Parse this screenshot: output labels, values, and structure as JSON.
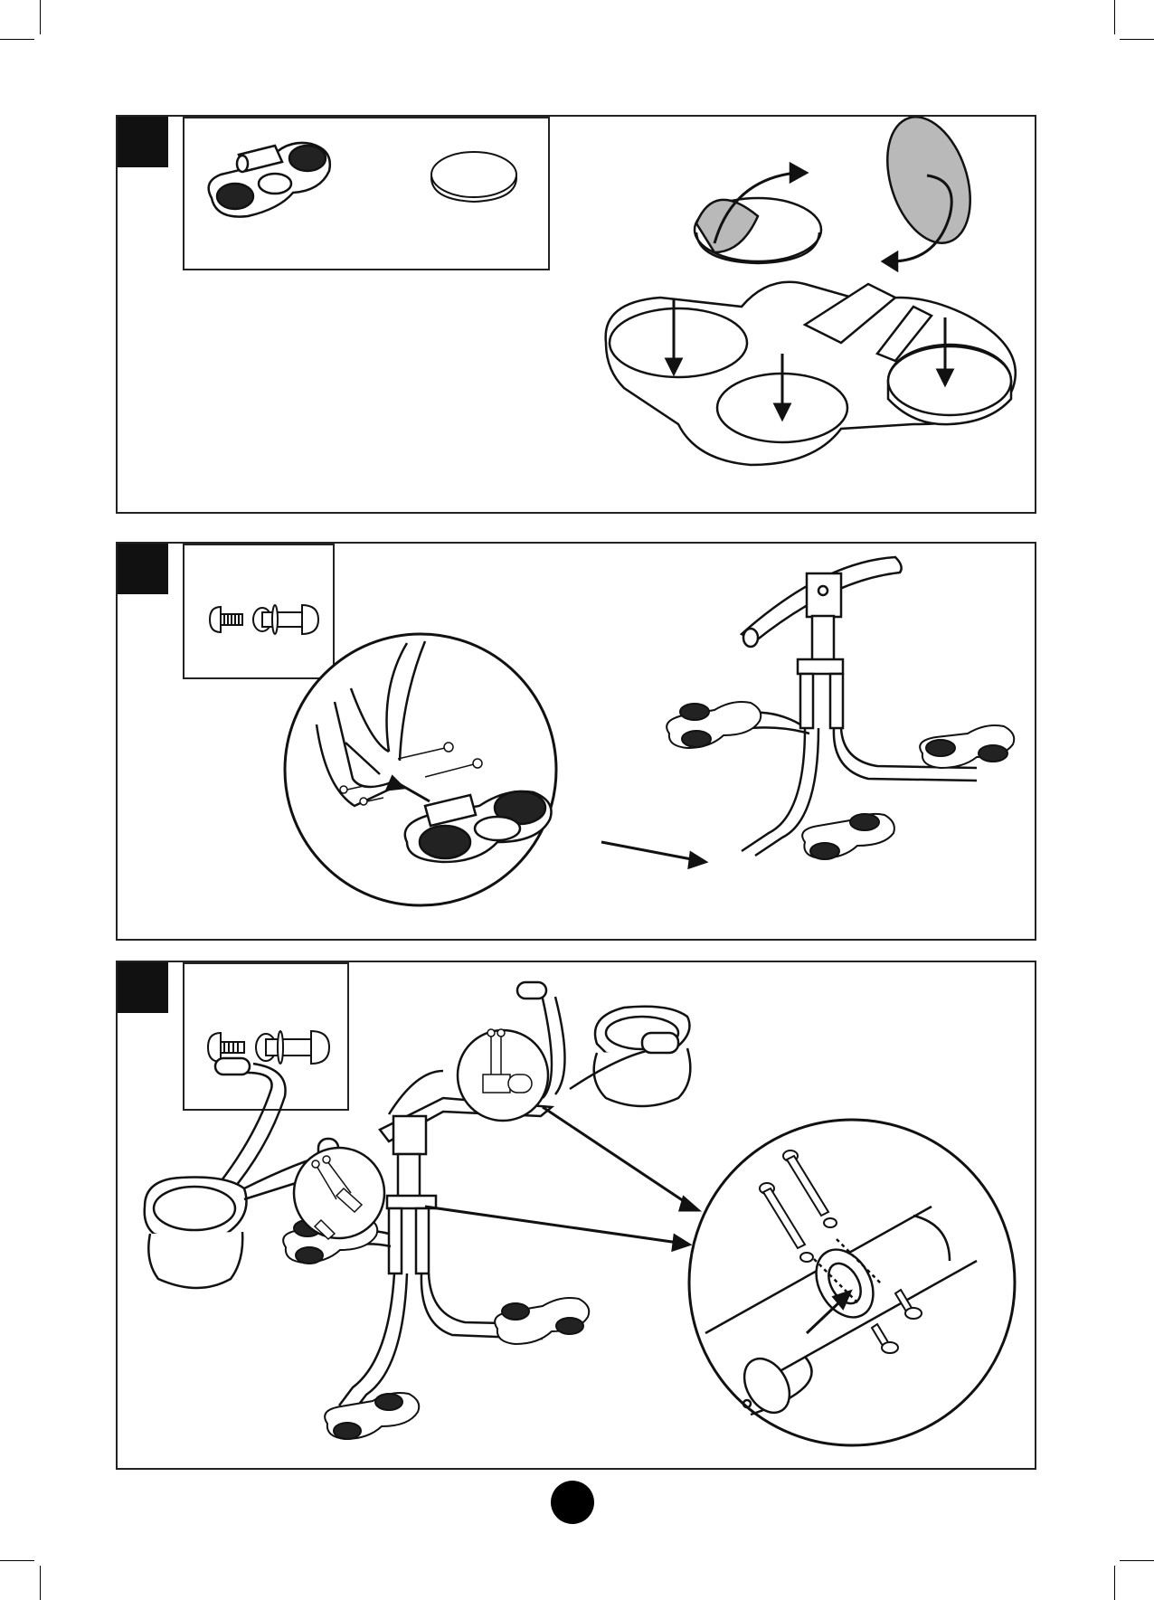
{
  "steps": [
    {
      "number": ""
    },
    {
      "number": ""
    },
    {
      "number": ""
    }
  ],
  "page_number": "",
  "colors": {
    "ink": "#111111",
    "sticker_back": "#b9b9b9"
  },
  "icons": [
    "seat-base",
    "sticker-disc",
    "arrow",
    "screw",
    "bolt",
    "handlebar-frame",
    "detail-circle"
  ]
}
